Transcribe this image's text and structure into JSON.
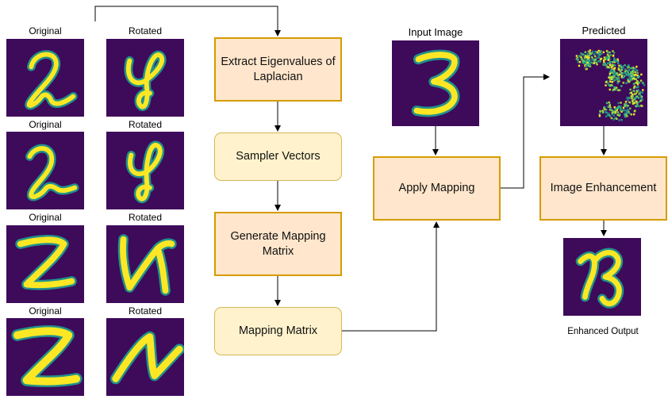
{
  "left_panel": {
    "col_labels": [
      {
        "original": "Original",
        "rotated": "Rotated"
      },
      {
        "original": "Original",
        "rotated": "Rotated"
      },
      {
        "original": "Original",
        "rotated": "Rotated"
      },
      {
        "original": "Original",
        "rotated": "Rotated"
      }
    ]
  },
  "pipeline": {
    "extract": "Extract Eigenvalues of Laplacian",
    "sampler": "Sampler Vectors",
    "generate": "Generate Mapping Matrix",
    "mapping_matrix": "Mapping Matrix"
  },
  "right_panel": {
    "input_label": "Input Image",
    "apply": "Apply Mapping",
    "predicted_label": "Predicted",
    "enhance": "Image Enhancement",
    "output_label": "Enhanced Output"
  },
  "colors": {
    "tile_bg": "#3e0a5a",
    "stroke_outer": "#21918c",
    "stroke_inner": "#fde725",
    "box_fill_sharp": "#ffe6cc",
    "box_border_sharp": "#d79b00",
    "box_fill_round": "#fff2cc",
    "box_border_round": "#d6b656"
  }
}
